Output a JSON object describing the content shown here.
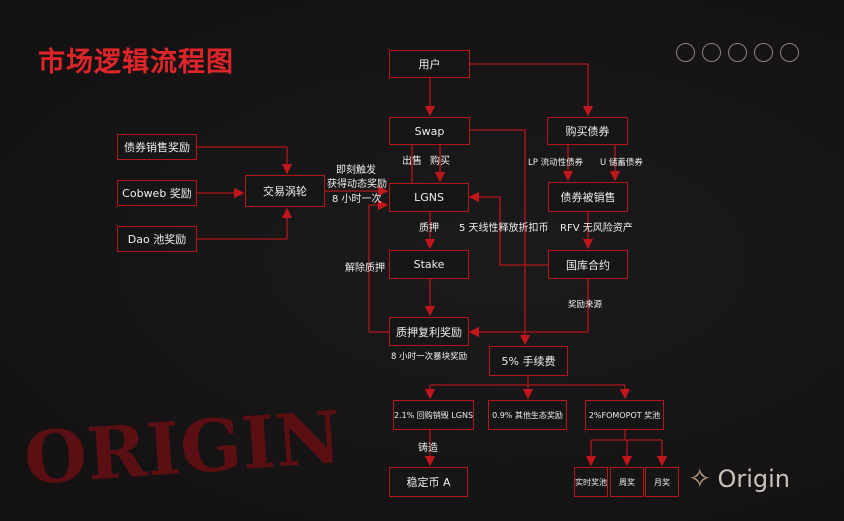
{
  "title": "市场逻辑流程图",
  "watermark": "ORIGIN",
  "logo": "Origin",
  "boxes": {
    "user": "用户",
    "swap": "Swap",
    "buy_bond": "购买债券",
    "lgns": "LGNS",
    "bond_sold": "债券被销售",
    "stake": "Stake",
    "treasury": "国库合约",
    "stake_reward": "质押复利奖励",
    "fee": "5% 手续费",
    "bond_reward": "债券销售奖励",
    "cobweb": "Cobweb 奖励",
    "dao": "Dao 池奖励",
    "turbine": "交易涡轮",
    "buyback": "2.1% 回购销毁 LGNS",
    "eco": "0.9% 其他生态奖励",
    "fomo": "2%FOMOPOT 奖池",
    "stable": "稳定币 A",
    "realtime": "实时奖池",
    "weekly": "周奖",
    "monthly": "月奖"
  },
  "labels": {
    "sell": "出售",
    "buy": "购买",
    "trigger1": "即刻触发",
    "trigger2": "获得动态奖励",
    "trigger3": "8 小时一次",
    "lp": "LP 流动性债券",
    "u": "U 储蓄债券",
    "pledge": "质押",
    "release": "5 天线性释放折扣币",
    "rfv": "RFV 无风险资产",
    "unstake": "解除质押",
    "reward_src": "奖励来源",
    "rebase": "8 小时一次暴块奖励",
    "mint": "铸造"
  }
}
